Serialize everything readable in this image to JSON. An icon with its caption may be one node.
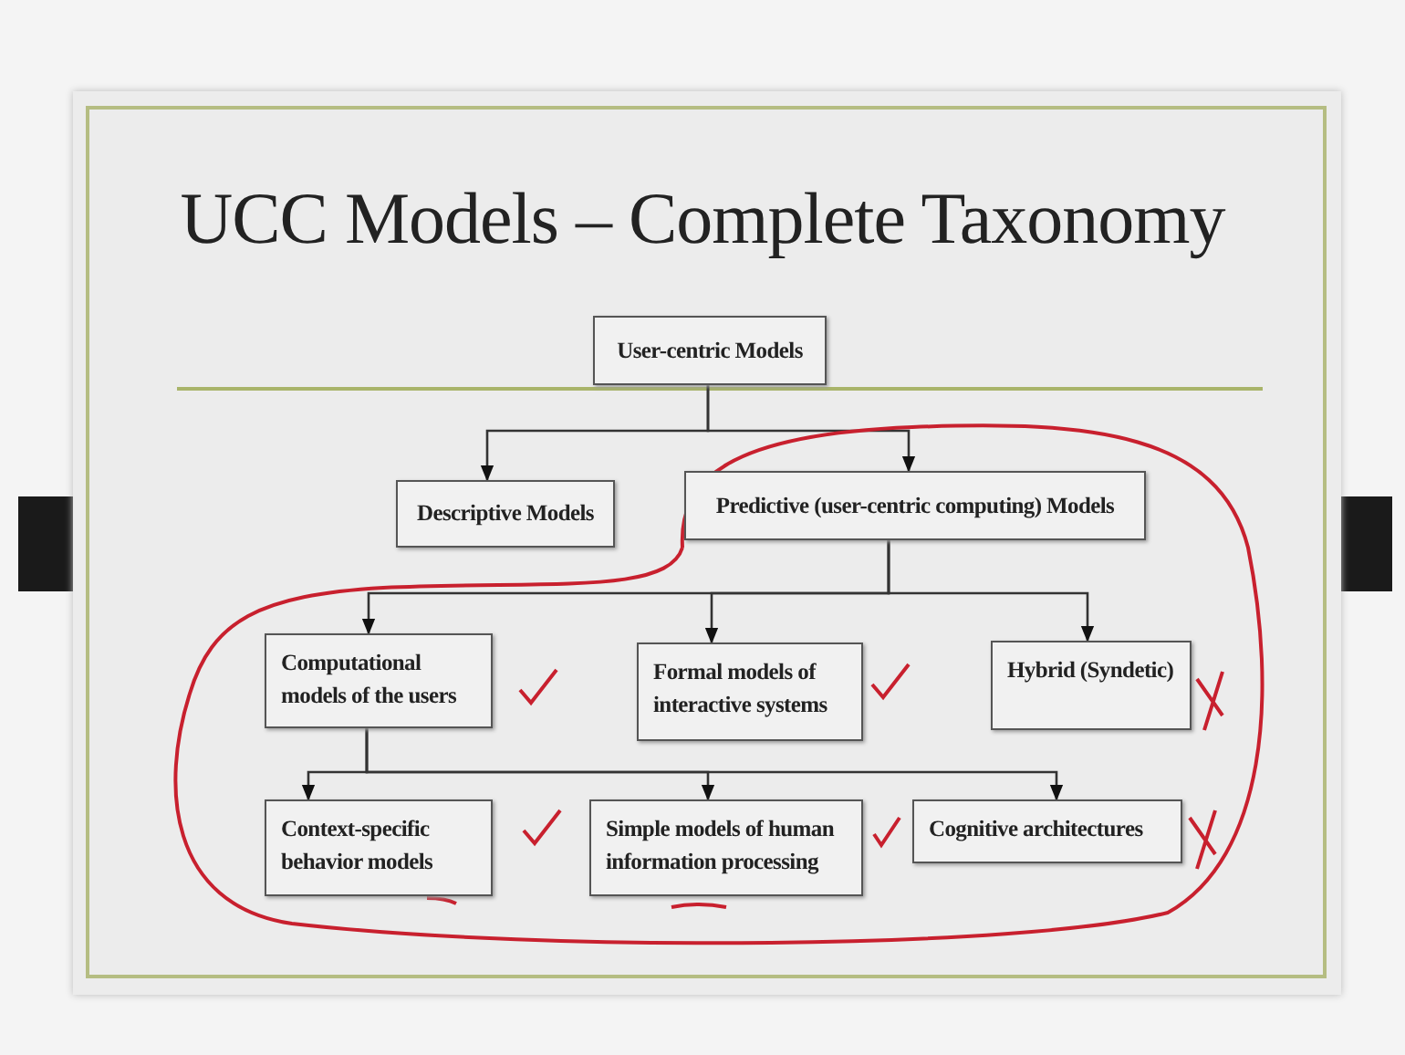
{
  "diagram": {
    "title": "UCC Models – Complete Taxonomy",
    "nodes": [
      {
        "text": [
          "User-centric Models"
        ]
      },
      {
        "text": [
          "Descriptive Models"
        ]
      },
      {
        "text": [
          "Predictive (user-centric computing) Models"
        ]
      },
      {
        "text": [
          "Computational models of the users"
        ]
      },
      {
        "text": [
          "Formal models of interactive systems"
        ]
      },
      {
        "text": [
          "Hybrid (Syndetic)"
        ]
      },
      {
        "text": [
          "Context-specific behavior models"
        ]
      },
      {
        "text": [
          "Simple models of human information processing"
        ]
      },
      {
        "text": [
          "Cognitive architectures"
        ]
      }
    ],
    "edges": [
      {
        "from": 0,
        "to": 1,
        "arrow": "to"
      },
      {
        "from": 0,
        "to": 2,
        "arrow": "to"
      },
      {
        "from": 2,
        "to": 3,
        "arrow": "to"
      },
      {
        "from": 2,
        "to": 4,
        "arrow": "to"
      },
      {
        "from": 2,
        "to": 5,
        "arrow": "to"
      },
      {
        "from": 3,
        "to": 6,
        "arrow": "to"
      },
      {
        "from": 3,
        "to": 7,
        "arrow": "to"
      },
      {
        "from": 3,
        "to": 8,
        "arrow": "to"
      }
    ]
  }
}
